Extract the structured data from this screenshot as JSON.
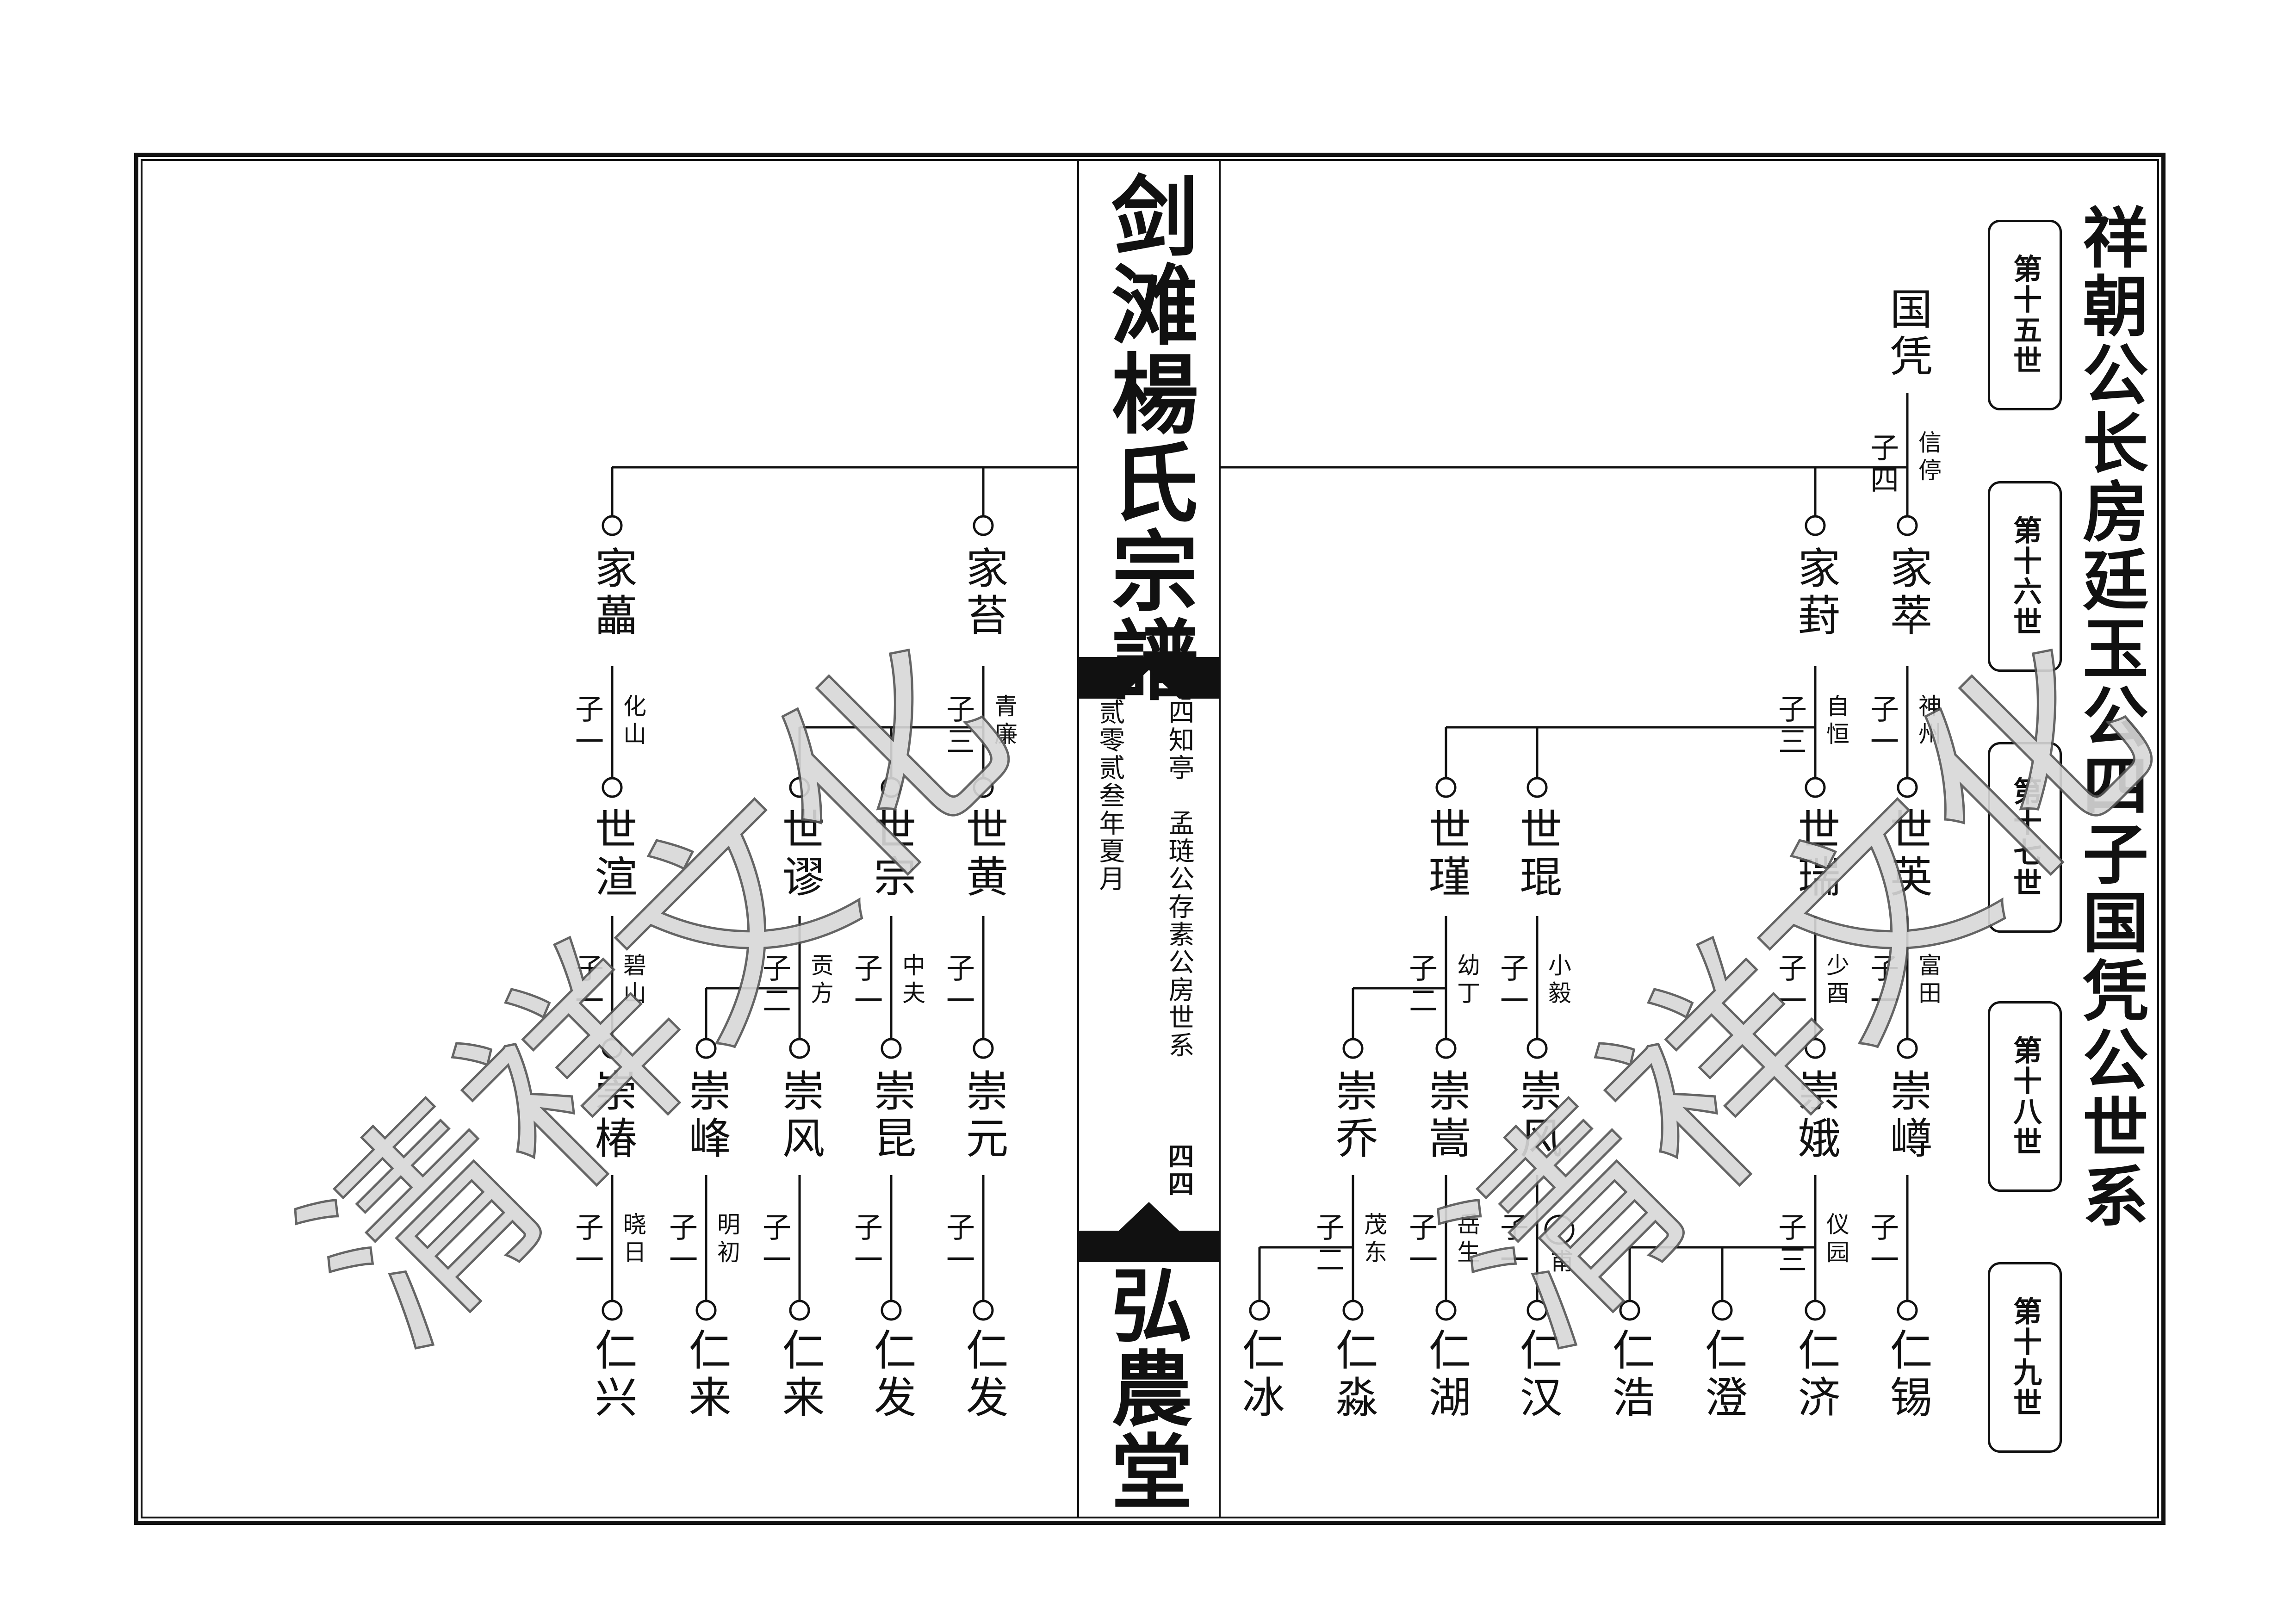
{
  "main_title": "祥朝公长房廷玉公四子国凭公世系",
  "spine": {
    "top_title": "剑滩楊氏宗譜",
    "info_right": "四知亭　孟琏公存素公房世系",
    "info_page": "四四",
    "info_left": "贰零贰叁年夏月",
    "bottom_title": "弘農堂"
  },
  "generations": [
    "第十五世",
    "第十六世",
    "第十七世",
    "第十八世",
    "第十九世"
  ],
  "watermark": "清祥文化",
  "right_page": {
    "root": "国凭",
    "root_count": "子四",
    "root_zi": "信停",
    "gen16": [
      {
        "name": "家萃",
        "count": "子一",
        "zi": "神州"
      },
      {
        "name": "家葑",
        "count": "子三",
        "zi": "自恒"
      }
    ],
    "gen17": [
      {
        "name": "世英",
        "count": "子一",
        "zi": "富田"
      },
      {
        "name": "世瑞",
        "count": "子一",
        "zi": "少酉"
      },
      {
        "name": "世琨",
        "count": "子一",
        "zi": "小毅"
      },
      {
        "name": "世瑾",
        "count": "子二",
        "zi": "幼丁"
      }
    ],
    "gen18": [
      {
        "name": "崇嶟",
        "count": "子一",
        "zi": ""
      },
      {
        "name": "崇娥",
        "count": "子三",
        "zi": "仪园"
      },
      {
        "name": "崇风",
        "count": "子一",
        "zi": "甫"
      },
      {
        "name": "崇嵩",
        "count": "子一",
        "zi": "岳生"
      },
      {
        "name": "崇乔",
        "count": "子二",
        "zi": "茂东"
      }
    ],
    "gen19": [
      "仁锡",
      "仁济",
      "仁澄",
      "仁浩",
      "仁汉",
      "仁湖",
      "仁淼",
      "仁冰"
    ]
  },
  "left_page": {
    "gen16": [
      {
        "name": "家苔",
        "count": "子三",
        "zi": "青廉"
      },
      {
        "name": "家藟",
        "count": "子一",
        "zi": "化山"
      }
    ],
    "gen17": [
      {
        "name": "世黄",
        "count": "子一",
        "zi": ""
      },
      {
        "name": "世宗",
        "count": "子一",
        "zi": "中夫"
      },
      {
        "name": "世谬",
        "count": "子二",
        "zi": "贡方"
      },
      {
        "name": "世渲",
        "count": "子一",
        "zi": "碧山"
      }
    ],
    "gen18": [
      {
        "name": "崇元",
        "count": "子一",
        "zi": ""
      },
      {
        "name": "崇昆",
        "count": "子一",
        "zi": ""
      },
      {
        "name": "崇风",
        "count": "子一",
        "zi": ""
      },
      {
        "name": "崇峰",
        "count": "子一",
        "zi": "明初"
      },
      {
        "name": "崇椿",
        "count": "子一",
        "zi": "晓日"
      }
    ],
    "gen19": [
      "仁发",
      "仁发",
      "仁来",
      "仁来",
      "仁兴"
    ]
  }
}
